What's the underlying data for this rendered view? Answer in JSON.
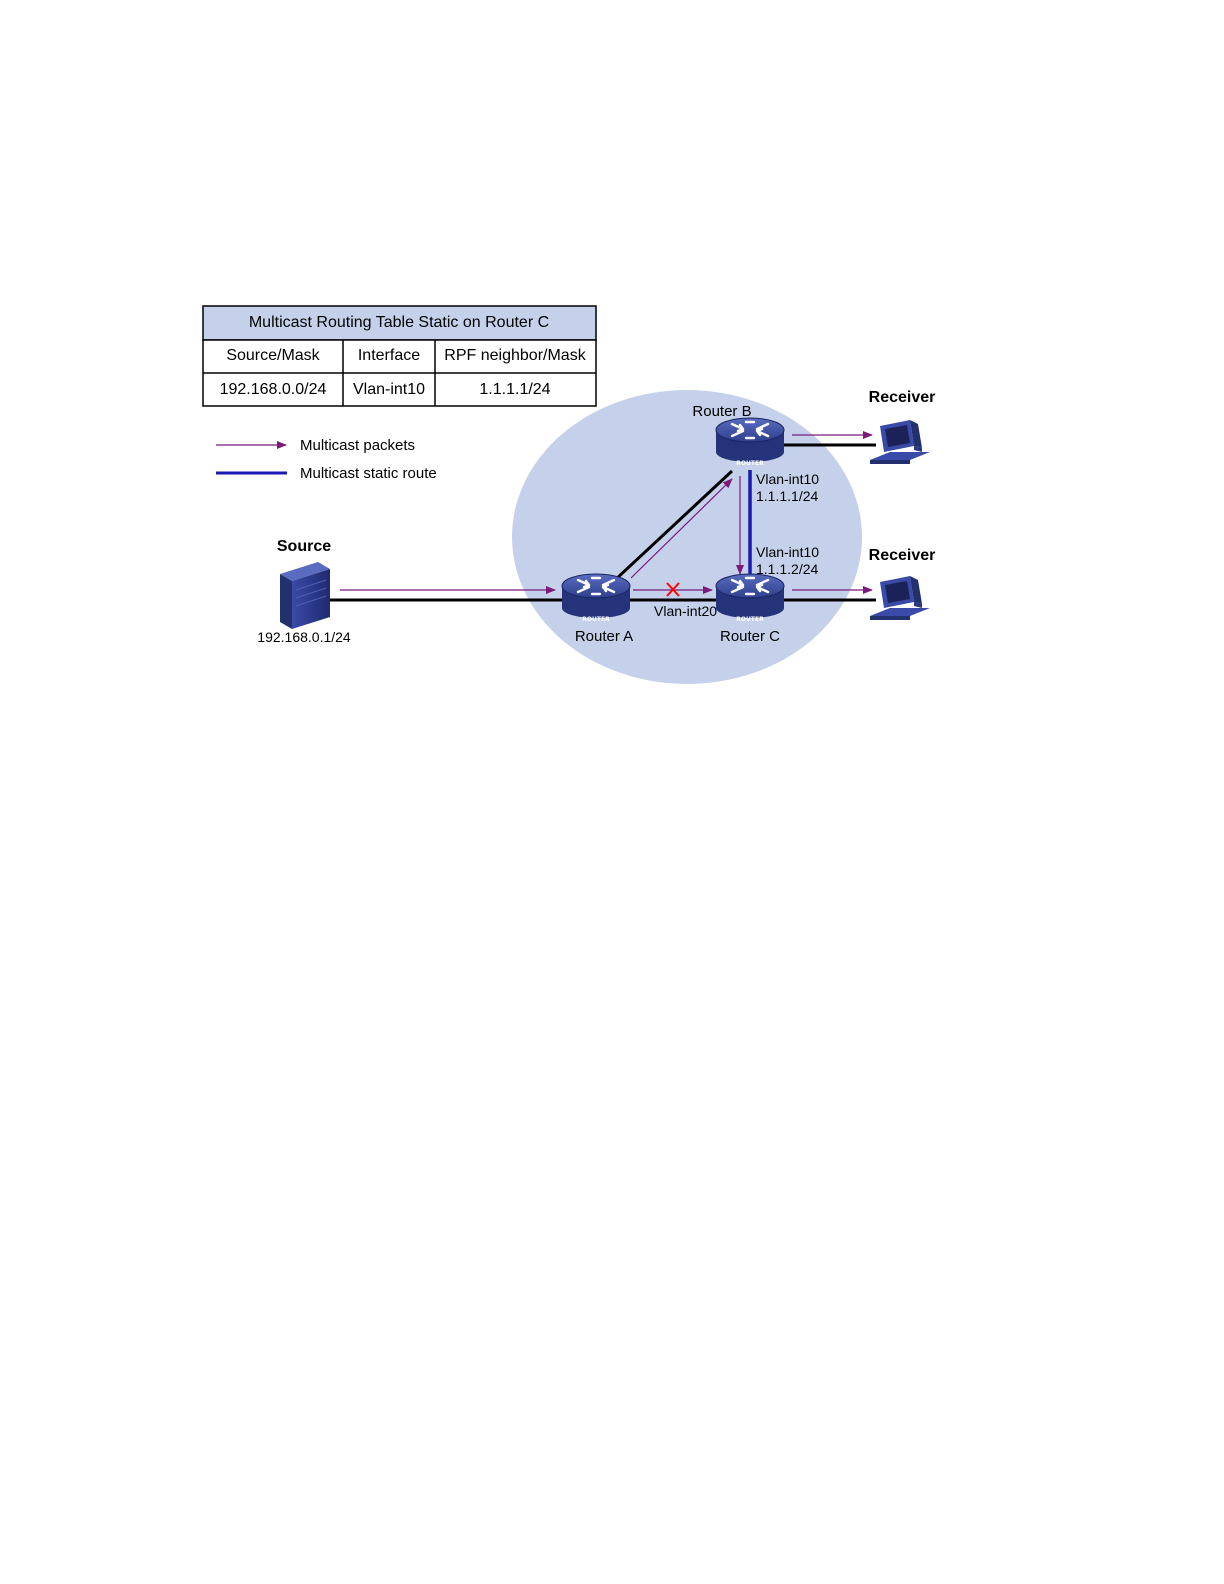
{
  "colors": {
    "domain_fill": "#c5d1ea",
    "table_header_fill": "#c5d1ea",
    "multicast_packet_arrow": "#7a1a7a",
    "static_route": "#1a1ab0",
    "link": "#000000",
    "blocked_mark": "#ff0000",
    "router_body": "#2e3f8f"
  },
  "table": {
    "title": "Multicast Routing Table Static on Router C",
    "headers": [
      "Source/Mask",
      "Interface",
      "RPF neighbor/Mask"
    ],
    "rows": [
      [
        "192.168.0.0/24",
        "Vlan-int10",
        "1.1.1.1/24"
      ]
    ]
  },
  "legend": {
    "packets": "Multicast packets",
    "static_route": "Multicast static route"
  },
  "nodes": {
    "source": {
      "label": "Source",
      "address": "192.168.0.1/24",
      "icon": "server-icon"
    },
    "router_a": {
      "label": "Router A",
      "icon": "router-icon",
      "badge": "ROUTER"
    },
    "router_b": {
      "label": "Router B",
      "icon": "router-icon",
      "badge": "ROUTER"
    },
    "router_c": {
      "label": "Router C",
      "icon": "router-icon",
      "badge": "ROUTER"
    },
    "receiver_top": {
      "label": "Receiver",
      "icon": "pc-icon"
    },
    "receiver_bottom": {
      "label": "Receiver",
      "icon": "pc-icon"
    }
  },
  "interfaces": {
    "b_vlan": "Vlan-int10",
    "b_ip": "1.1.1.1/24",
    "c_vlan": "Vlan-int10",
    "c_ip": "1.1.1.2/24",
    "a_c_vlan": "Vlan-int20"
  }
}
